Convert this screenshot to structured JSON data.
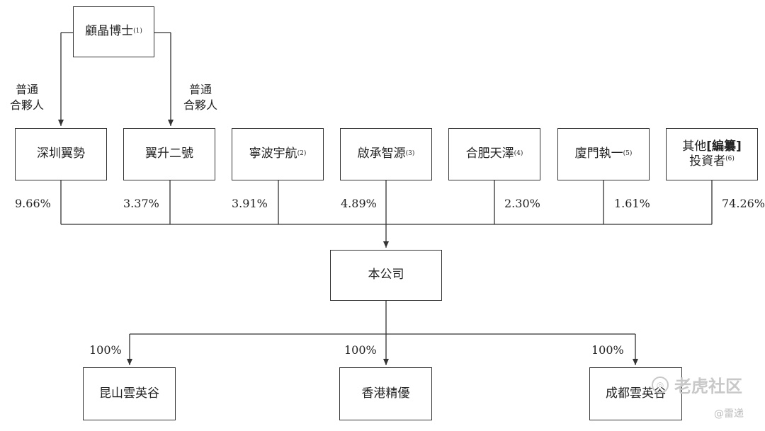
{
  "top": {
    "name": "顧晶博士",
    "note": "(1)"
  },
  "partner_label": {
    "line1": "普通",
    "line2": "合夥人"
  },
  "shareholders": [
    {
      "name": "深圳翼勢",
      "note": "",
      "pct": "9.66%"
    },
    {
      "name": "翼升二號",
      "note": "",
      "pct": "3.37%"
    },
    {
      "name": "寧波宇航",
      "note": "(2)",
      "pct": "3.91%"
    },
    {
      "name": "啟承智源",
      "note": "(3)",
      "pct": "4.89%"
    },
    {
      "name": "合肥天澤",
      "note": "(4)",
      "pct": "2.30%"
    },
    {
      "name": "廈門執一",
      "note": "(5)",
      "pct": "1.61%"
    },
    {
      "name_line1": "其他",
      "name_bracket": "[編纂]",
      "name_line2": "投資者",
      "note": "(6)",
      "pct": "74.26%"
    }
  ],
  "company": {
    "name": "本公司"
  },
  "subsidiaries": [
    {
      "name": "昆山雲英谷",
      "pct": "100%"
    },
    {
      "name": "香港精優",
      "pct": "100%"
    },
    {
      "name": "成都雲英谷",
      "pct": "100%"
    }
  ],
  "watermark": {
    "logo_text": "老虎社区",
    "handle": "@雷递"
  }
}
